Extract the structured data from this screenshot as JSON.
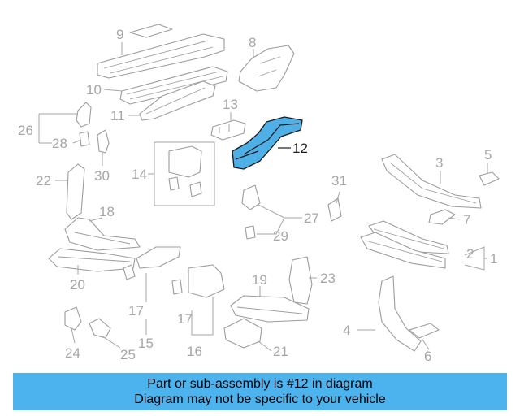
{
  "callouts": {
    "c1": "1",
    "c2": "2",
    "c3": "3",
    "c4": "4",
    "c5": "5",
    "c6": "6",
    "c7": "7",
    "c8": "8",
    "c9": "9",
    "c10": "10",
    "c11": "11",
    "c12": "12",
    "c13": "13",
    "c14": "14",
    "c15": "15",
    "c16": "16",
    "c17a": "17",
    "c17b": "17",
    "c18": "18",
    "c19": "19",
    "c20": "20",
    "c21": "21",
    "c22": "22",
    "c23": "23",
    "c24": "24",
    "c25": "25",
    "c26": "26",
    "c27": "27",
    "c28": "28",
    "c29": "29",
    "c30": "30",
    "c31": "31"
  },
  "highlight_color": "#4fb0e8",
  "banner": {
    "line1": "Part or sub-assembly is #12 in diagram",
    "line2": "Diagram may not be specific to your vehicle",
    "color": "#4db3ef"
  }
}
